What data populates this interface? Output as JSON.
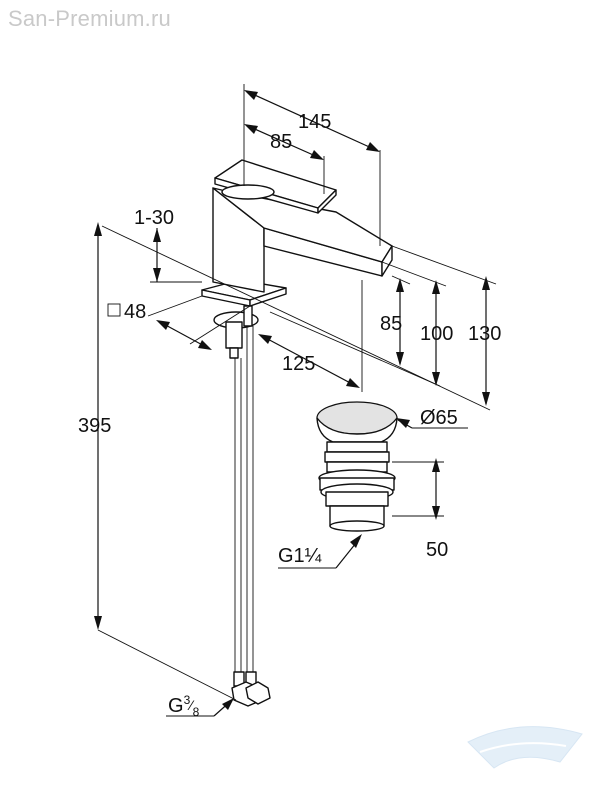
{
  "watermark": {
    "text": "San-Premium.ru"
  },
  "dimensions": {
    "d145": "145",
    "d85_top": "85",
    "d1_30": "1-30",
    "d48": "48",
    "d125": "125",
    "d85_right": "85",
    "d100": "100",
    "d130": "130",
    "d395": "395",
    "d65": "Ø65",
    "d50": "50",
    "thread_waste": "G1¼",
    "thread_supply_base": "G",
    "thread_supply_num": "3",
    "thread_supply_den": "8"
  },
  "colors": {
    "line": "#111111",
    "watermark": "#c9c9c9",
    "logo": "#cfe3f3"
  }
}
